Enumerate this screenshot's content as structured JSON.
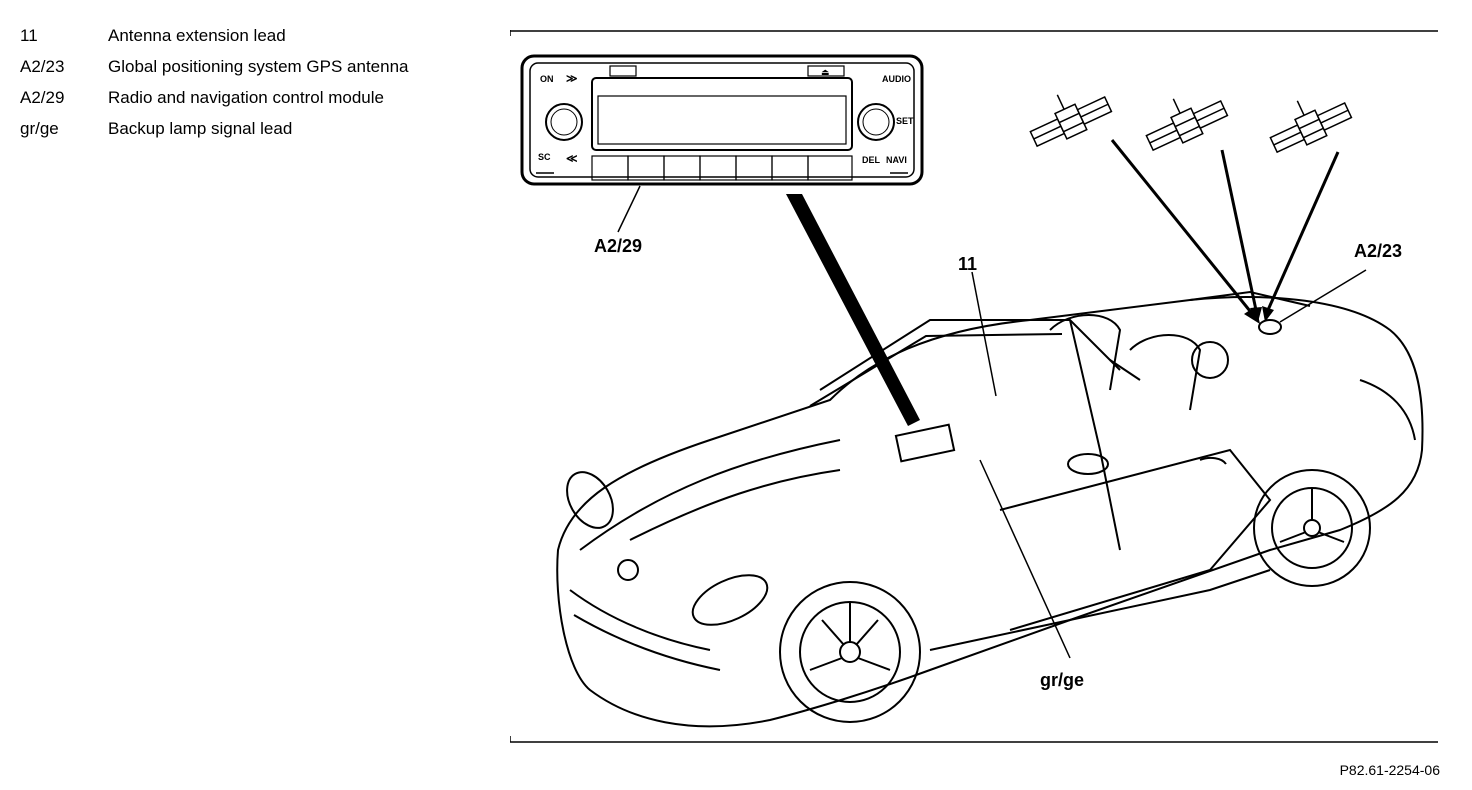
{
  "legend": [
    {
      "code": "11",
      "description": "Antenna extension lead"
    },
    {
      "code": "A2/23",
      "description": "Global positioning system GPS antenna"
    },
    {
      "code": "A2/29",
      "description": "Radio and navigation control module"
    },
    {
      "code": "gr/ge",
      "description": "Backup lamp signal lead"
    }
  ],
  "callouts": {
    "radio_module": "A2/29",
    "gps_antenna": "A2/23",
    "antenna_lead": "11",
    "signal_lead": "gr/ge"
  },
  "radio_buttons": {
    "on": "ON",
    "audio": "AUDIO",
    "set": "SET",
    "del": "DEL",
    "navi": "NAVI",
    "sc": "SC"
  },
  "figure_id": "P82.61-2254-06"
}
